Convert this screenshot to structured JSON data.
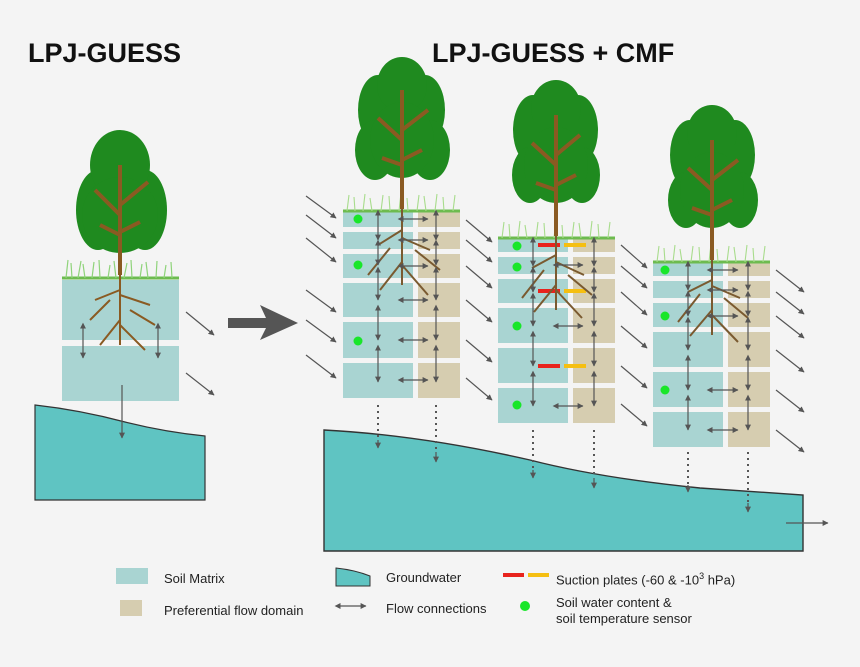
{
  "titles": {
    "left": "LPJ-GUESS",
    "right": "LPJ-GUESS + CMF"
  },
  "legend": {
    "soil_matrix": "Soil Matrix",
    "preferential_flow": "Preferential flow domain",
    "groundwater": "Groundwater",
    "flow_connections": "Flow connections",
    "suction_plates_prefix": "Suction plates (-60 & -10",
    "suction_plates_exp": "3",
    "suction_plates_suffix": " hPa)",
    "sensor_line1": "Soil water content &",
    "sensor_line2": "soil temperature sensor"
  },
  "colors": {
    "soil_matrix": "#a9d4d2",
    "preferential_flow": "#d6cdb0",
    "groundwater": "#5fc4c2",
    "tree_foliage": "#1f8a1f",
    "roots": "#8a5a22",
    "suction_plate_red": "#e8231d",
    "suction_plate_yellow": "#f5bf12",
    "sensor": "#19e62a",
    "arrow": "#555555"
  }
}
